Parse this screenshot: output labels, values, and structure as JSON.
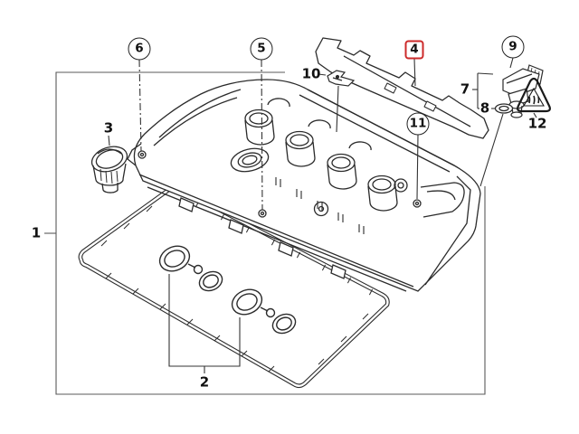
{
  "diagram": {
    "kind": "exploded-parts-diagram",
    "subject": "cylinder-head-cover-assembly",
    "background_color": "#ffffff",
    "line_color": "#2b2b2b",
    "highlight_color": "#cc2a2a"
  },
  "callouts": [
    {
      "label": "1",
      "shape": "plain",
      "highlighted": false
    },
    {
      "label": "2",
      "shape": "plain",
      "highlighted": false
    },
    {
      "label": "3",
      "shape": "plain",
      "highlighted": false
    },
    {
      "label": "4",
      "shape": "red-box",
      "highlighted": true
    },
    {
      "label": "5",
      "shape": "circle",
      "highlighted": false
    },
    {
      "label": "6",
      "shape": "circle",
      "highlighted": false
    },
    {
      "label": "7",
      "shape": "plain",
      "highlighted": false
    },
    {
      "label": "8",
      "shape": "plain",
      "highlighted": false
    },
    {
      "label": "9",
      "shape": "circle",
      "highlighted": false
    },
    {
      "label": "10",
      "shape": "plain",
      "highlighted": false
    },
    {
      "label": "11",
      "shape": "circle",
      "highlighted": false
    },
    {
      "label": "12",
      "shape": "plain",
      "highlighted": false
    }
  ],
  "warning": {
    "icon": "hot-surface-warning-triangle",
    "label_ref": "12"
  }
}
